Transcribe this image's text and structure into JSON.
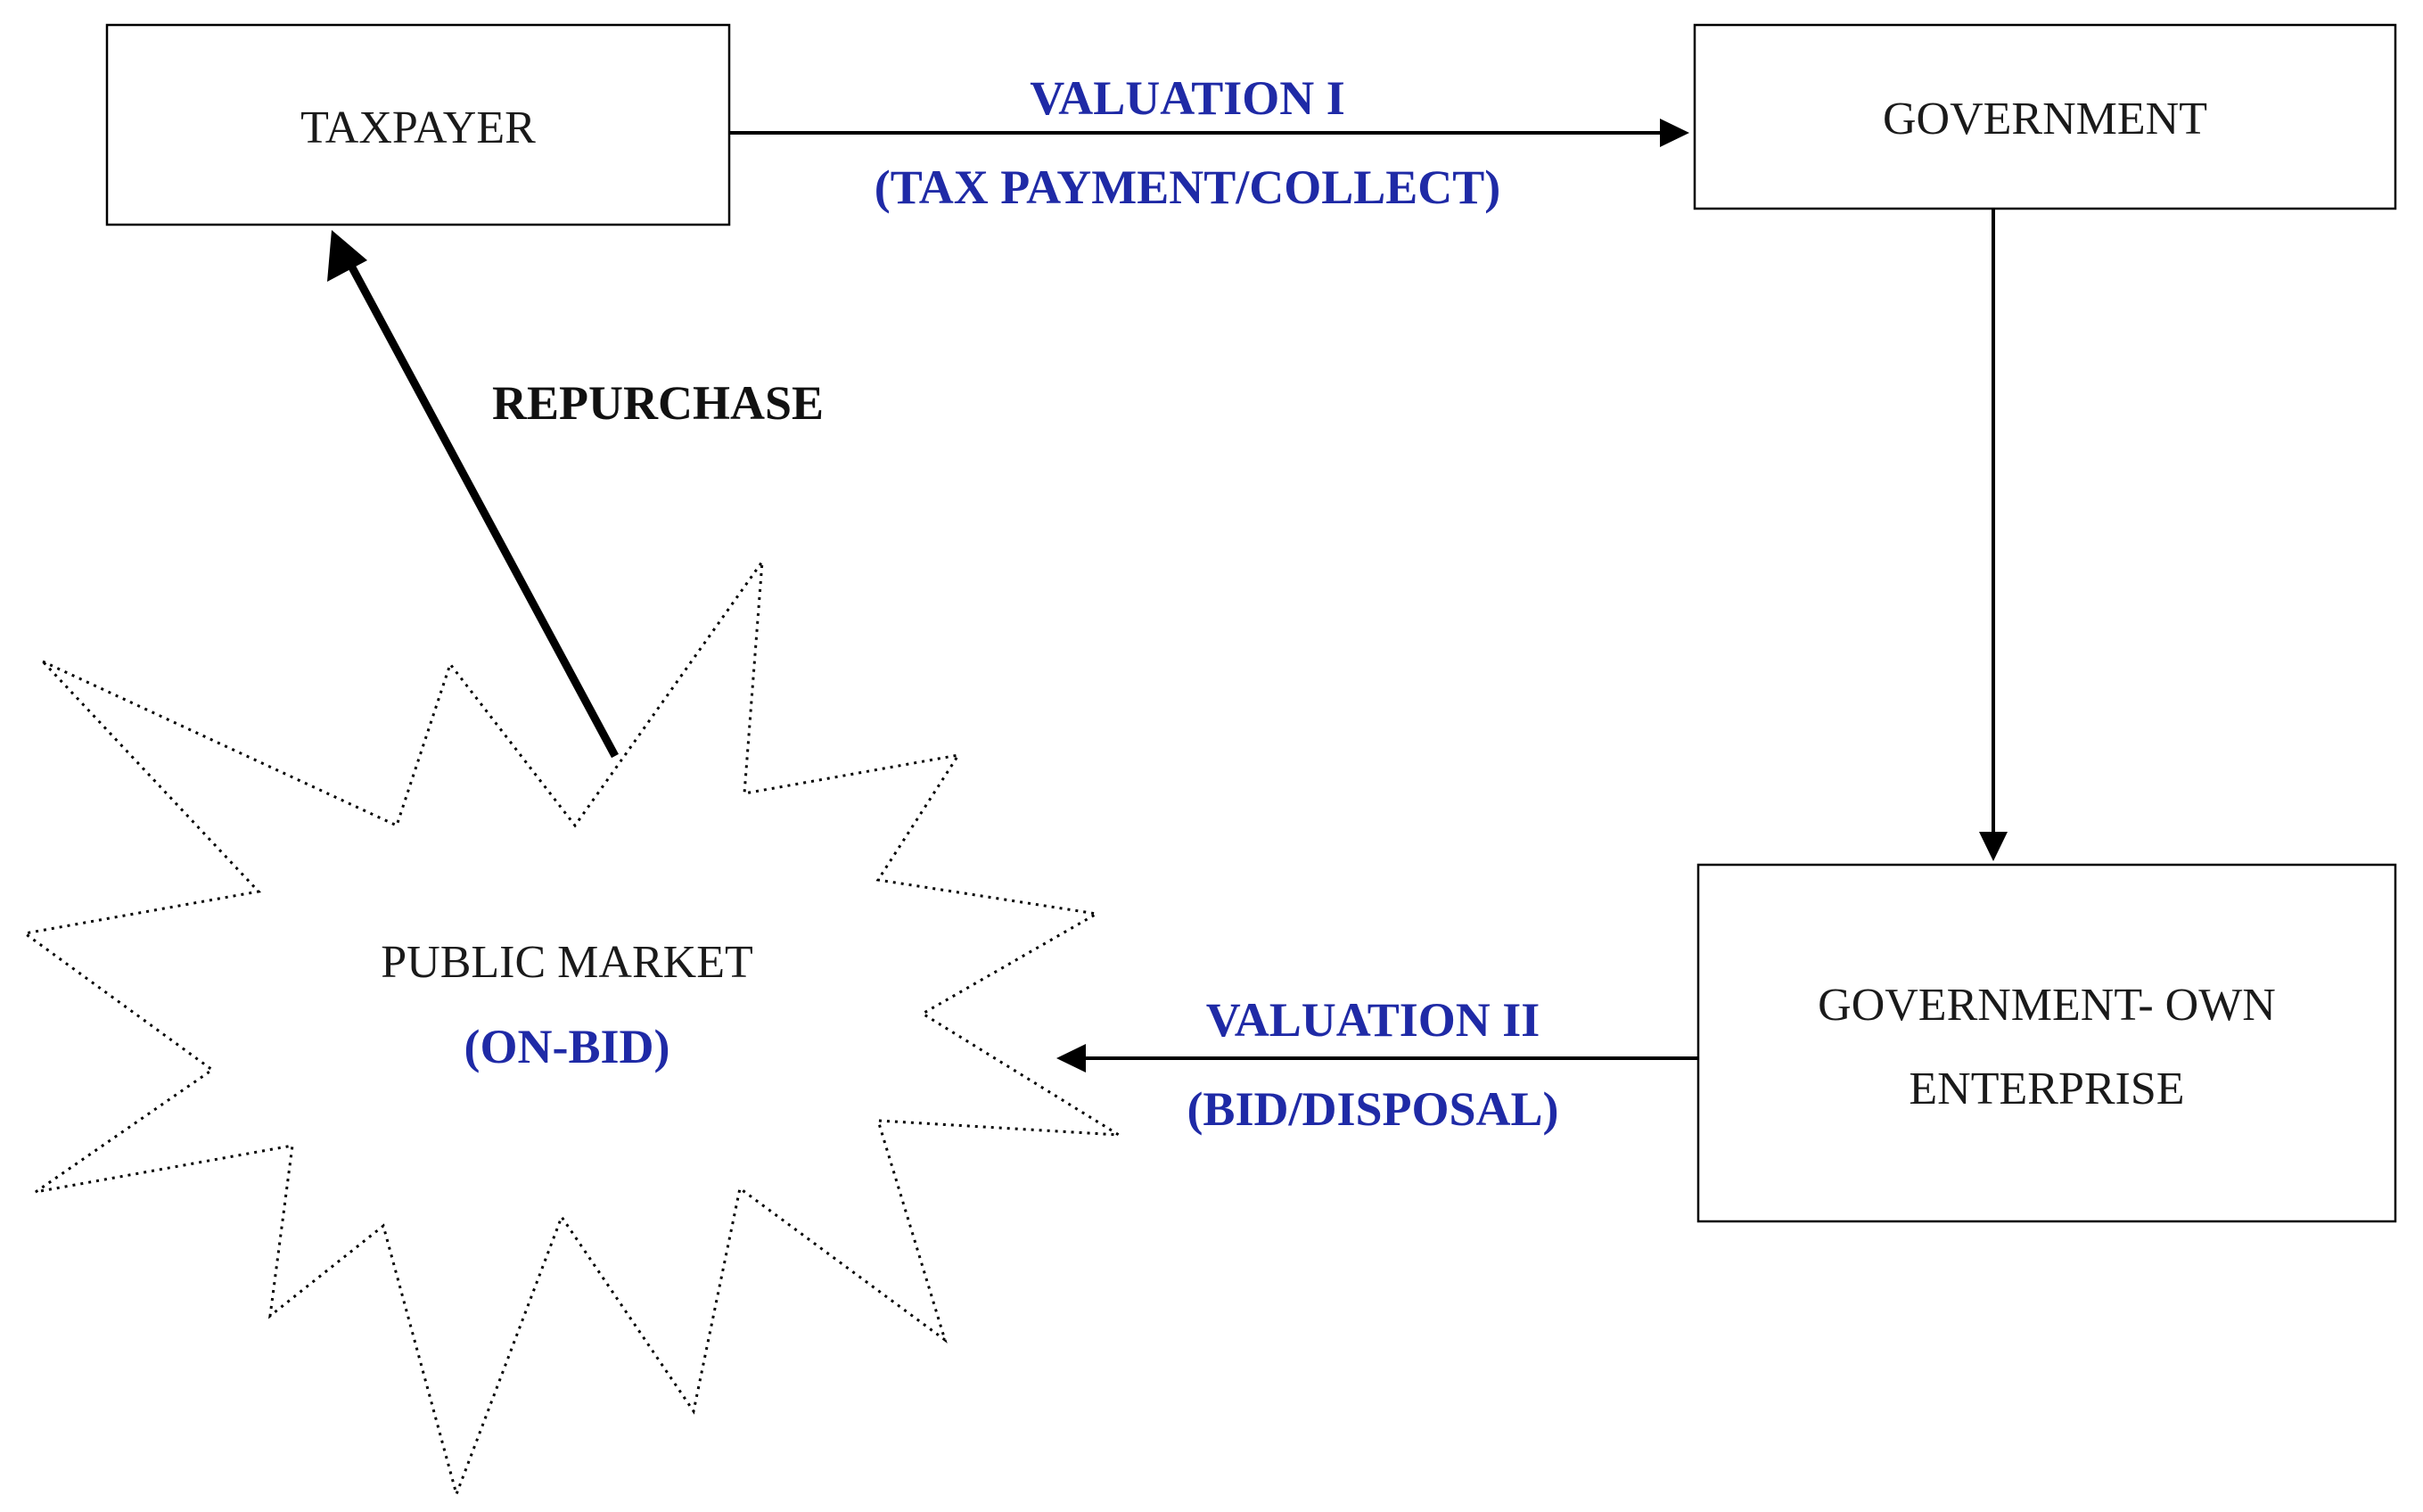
{
  "colors": {
    "label_blue": "#1f2aa6",
    "label_black": "#111111",
    "line": "#000000"
  },
  "nodes": {
    "taxpayer": {
      "label": "TAXPAYER"
    },
    "government": {
      "label": "GOVERNMENT"
    },
    "enterprise": {
      "label_line1": "GOVERNMENT- OWN",
      "label_line2": "ENTERPRISE"
    },
    "public_market": {
      "label": "PUBLIC MARKET",
      "sublabel": "(ON-BID)"
    }
  },
  "edges": {
    "valuation_1": {
      "title": "VALUATION I",
      "subtitle": "(TAX PAYMENT/COLLECT)"
    },
    "valuation_2": {
      "title": "VALUATION II",
      "subtitle": "(BID/DISPOSAL)"
    },
    "repurchase": {
      "label": "REPURCHASE"
    }
  }
}
